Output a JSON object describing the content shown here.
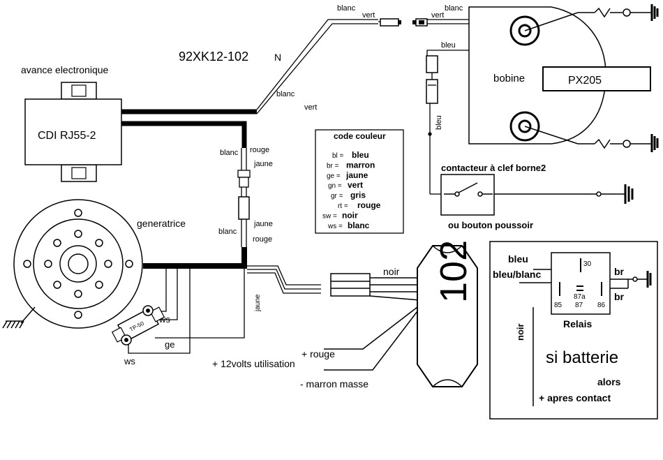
{
  "labels": {
    "diagram_ref": "92XK12-102",
    "diagram_ref_suffix": "N",
    "cdi_title": "avance electronique",
    "cdi_name": "CDI  RJ55-2",
    "generator": "generatrice",
    "coil": "bobine",
    "coil_model": "PX205",
    "key_switch": "contacteur à clef borne2",
    "push_button": "ou bouton poussoir",
    "regulator": "102",
    "relay": "Relais",
    "battery_line1": "si batterie",
    "battery_line2": "alors",
    "battery_line3": "+ apres contact",
    "out_plus": "+ rouge",
    "out_12v": "+ 12volts  utilisation",
    "out_ground": "- marron masse",
    "regulator_device": "TP-50"
  },
  "wires": {
    "blanc": "blanc",
    "vert": "vert",
    "bleu": "bleu",
    "rouge": "rouge",
    "jaune": "jaune",
    "noir": "noir",
    "ws": "ws",
    "ge": "ge",
    "br": "br",
    "bleu_blanc": "bleu/blanc"
  },
  "relay_pins": {
    "p30": "30",
    "p85": "85",
    "p86": "86",
    "p87a": "87a",
    "p87": "87"
  },
  "color_code": {
    "title": "code couleur",
    "rows": [
      {
        "code": "bl =",
        "name": "bleu"
      },
      {
        "code": "br =",
        "name": "marron"
      },
      {
        "code": "ge =",
        "name": "jaune"
      },
      {
        "code": "gn =",
        "name": "vert"
      },
      {
        "code": "gr =",
        "name": "gris"
      },
      {
        "code": "rt =",
        "name": "rouge"
      },
      {
        "code": "sw =",
        "name": "noir"
      },
      {
        "code": "ws =",
        "name": "blanc"
      }
    ]
  }
}
